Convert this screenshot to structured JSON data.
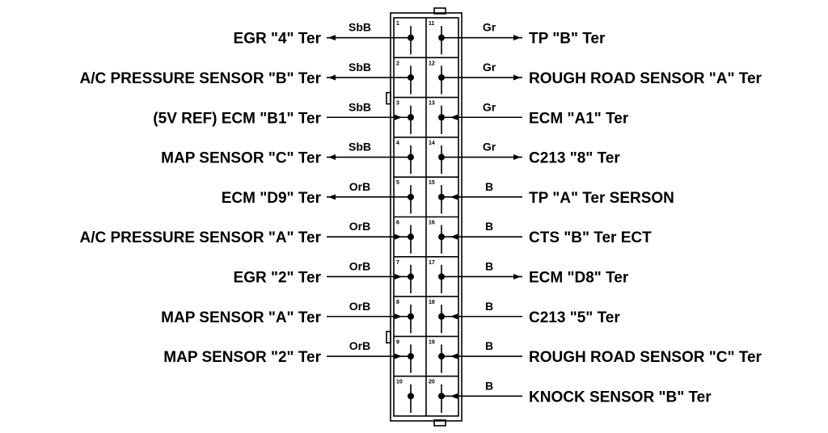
{
  "connector": {
    "left": [
      {
        "pin": "1",
        "wire": "SbB",
        "label": "EGR \"4\" Ter",
        "dir": "out"
      },
      {
        "pin": "2",
        "wire": "SbB",
        "label": "A/C PRESSURE SENSOR \"B\" Ter",
        "dir": "out"
      },
      {
        "pin": "3",
        "wire": "SbB",
        "label": "(5V REF) ECM \"B1\" Ter",
        "dir": "in"
      },
      {
        "pin": "4",
        "wire": "SbB",
        "label": "MAP SENSOR \"C\" Ter",
        "dir": "out"
      },
      {
        "pin": "5",
        "wire": "OrB",
        "label": "ECM \"D9\" Ter",
        "dir": "out"
      },
      {
        "pin": "6",
        "wire": "OrB",
        "label": "A/C PRESSURE SENSOR \"A\" Ter",
        "dir": "in"
      },
      {
        "pin": "7",
        "wire": "OrB",
        "label": "EGR \"2\" Ter",
        "dir": "in"
      },
      {
        "pin": "8",
        "wire": "OrB",
        "label": "MAP SENSOR \"A\" Ter",
        "dir": "in"
      },
      {
        "pin": "9",
        "wire": "OrB",
        "label": "MAP SENSOR \"2\" Ter",
        "dir": "in"
      },
      {
        "pin": "10",
        "wire": "",
        "label": "",
        "dir": "none"
      }
    ],
    "right": [
      {
        "pin": "11",
        "wire": "Gr",
        "label": "TP \"B\" Ter",
        "dir": "out"
      },
      {
        "pin": "12",
        "wire": "Gr",
        "label": "ROUGH ROAD SENSOR \"A\" Ter",
        "dir": "out"
      },
      {
        "pin": "13",
        "wire": "Gr",
        "label": "ECM \"A1\" Ter",
        "dir": "in"
      },
      {
        "pin": "14",
        "wire": "Gr",
        "label": "C213 \"8\" Ter",
        "dir": "out"
      },
      {
        "pin": "15",
        "wire": "B",
        "label": "TP \"A\" Ter SERSON",
        "dir": "in"
      },
      {
        "pin": "16",
        "wire": "B",
        "label": "CTS \"B\" Ter ECT",
        "dir": "in"
      },
      {
        "pin": "17",
        "wire": "B",
        "label": "ECM \"D8\" Ter",
        "dir": "out"
      },
      {
        "pin": "18",
        "wire": "B",
        "label": "C213 \"5\" Ter",
        "dir": "in"
      },
      {
        "pin": "19",
        "wire": "B",
        "label": "ROUGH ROAD SENSOR \"C\" Ter",
        "dir": "in"
      },
      {
        "pin": "20",
        "wire": "B",
        "label": "KNOCK SENSOR \"B\" Ter",
        "dir": "in"
      }
    ]
  }
}
